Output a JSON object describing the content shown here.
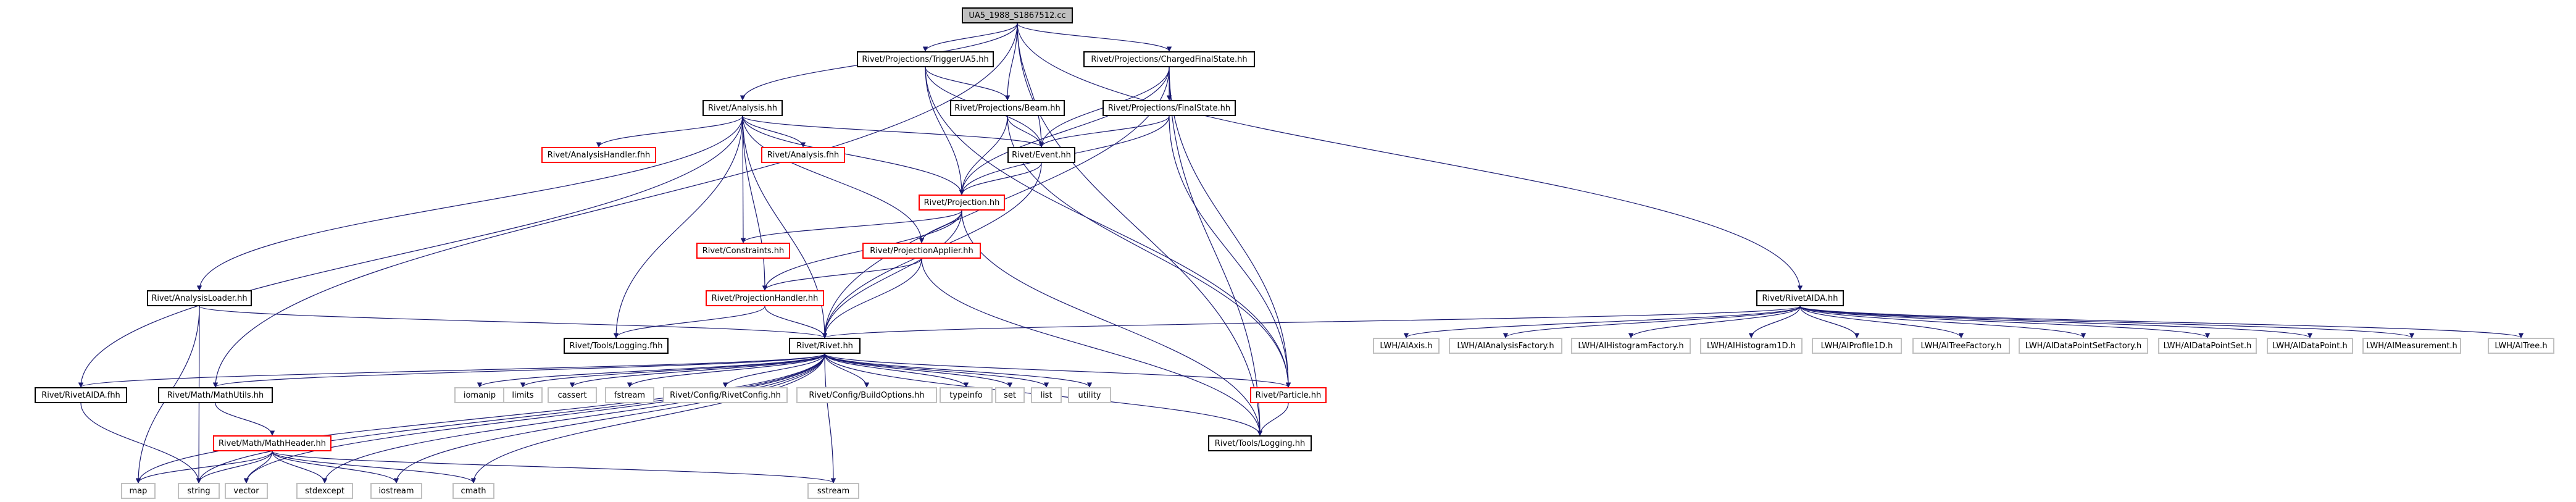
{
  "colors": {
    "edge": "#191970",
    "border": "#000000",
    "incomplete_border": "#ff0000",
    "external_border": "#c0c0c0",
    "root_fill": "#bfbfbf"
  },
  "nodes": {
    "root": "UA5_1988_S1867512.cc",
    "triggerua5": "Rivet/Projections/TriggerUA5.hh",
    "chargedfs": "Rivet/Projections/ChargedFinalState.hh",
    "analysis": "Rivet/Analysis.hh",
    "beam": "Rivet/Projections/Beam.hh",
    "finalstate": "Rivet/Projections/FinalState.hh",
    "analysishandler": "Rivet/AnalysisHandler.fhh",
    "analysisfhh": "Rivet/Analysis.fhh",
    "event": "Rivet/Event.hh",
    "projection": "Rivet/Projection.hh",
    "constraints": "Rivet/Constraints.hh",
    "projapplier": "Rivet/ProjectionApplier.hh",
    "projhandler": "Rivet/ProjectionHandler.hh",
    "analysisloader": "Rivet/AnalysisLoader.hh",
    "logfhh": "Rivet/Tools/Logging.fhh",
    "rivethh": "Rivet/Rivet.hh",
    "rivetaidafhh": "Rivet/RivetAIDA.fhh",
    "mathutils": "Rivet/Math/MathUtils.hh",
    "mathheader": "Rivet/Math/MathHeader.hh",
    "iomanip": "iomanip",
    "limits": "limits",
    "cassert": "cassert",
    "fstream": "fstream",
    "rivetconfig": "Rivet/Config/RivetConfig.hh",
    "buildoptions": "Rivet/Config/BuildOptions.hh",
    "typeinfo": "typeinfo",
    "set": "set",
    "list": "list",
    "utility": "utility",
    "particle": "Rivet/Particle.hh",
    "loghh": "Rivet/Tools/Logging.hh",
    "map": "map",
    "string": "string",
    "vector": "vector",
    "stdexcept": "stdexcept",
    "iostream": "iostream",
    "cmath": "cmath",
    "sstream": "sstream",
    "rivetaidahh": "Rivet/RivetAIDA.hh",
    "iaxis": "LWH/AIAxis.h",
    "ianalysisfactory": "LWH/AIAnalysisFactory.h",
    "ihistogramfactory": "LWH/AIHistogramFactory.h",
    "ihistogram1d": "LWH/AIHistogram1D.h",
    "iprofile1d": "LWH/AIProfile1D.h",
    "itreefactory": "LWH/AITreeFactory.h",
    "idpsfactory": "LWH/AIDataPointSetFactory.h",
    "idps": "LWH/AIDataPointSet.h",
    "idatapoint": "LWH/AIDataPoint.h",
    "imeasurement": "LWH/AIMeasurement.h",
    "itree": "LWH/AITree.h"
  }
}
